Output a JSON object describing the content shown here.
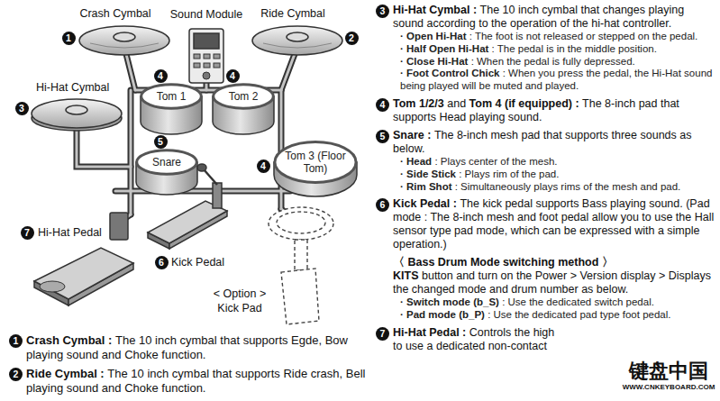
{
  "diagram": {
    "nodes": [
      {
        "text": [
          "Tom 1"
        ]
      },
      {
        "text": [
          "Tom 2"
        ]
      },
      {
        "text": [
          "Snare"
        ]
      },
      {
        "text": [
          "Tom 3 (Floor Tom)"
        ]
      }
    ],
    "labels": [
      "Crash Cymbal",
      "Sound Module",
      "Ride Cymbal",
      "Hi-Hat Cymbal",
      "Hi-Hat Pedal",
      "Kick Pedal",
      "< Option >",
      "Kick Pad",
      "1",
      "2",
      "3",
      "4",
      "4",
      "5",
      "4",
      "7",
      "6",
      "1",
      "Crash Cymbal :",
      "The 10 inch cymbal that supports Egde, Bow playing sound and Choke function.",
      "2",
      "Ride Cymbal :",
      "The 10 inch cymbal that supports Ride crash, Bell playing sound and Choke function.",
      "3",
      "Hi-Hat Cymbal :",
      "The 10 inch cymbal that changes playing sound according to the operation of the hi-hat controller.",
      "· Open Hi-Hat",
      ": The foot is not released or stepped on the pedal.",
      "· Half Open Hi-Hat",
      ": The pedal is in the middle position.",
      "· Close Hi-Hat",
      ": When the pedal is fully depressed.",
      "· Foot Control Chick",
      ": When you press the pedal, the Hi-Hat sound being played will be muted and played.",
      "4",
      "Tom 1/2/3",
      "and",
      "Tom 4",
      "(if equipped) :",
      "The 8-inch pad that supports Head playing sound.",
      "5",
      "Snare :",
      "The 8-inch mesh pad that supports three sounds as below.",
      "· Head",
      ": Plays center of the mesh.",
      "· Side Stick",
      ": Plays rim of the pad.",
      "· Rim Shot",
      ": Simultaneously plays rims of the mesh and pad.",
      "6",
      "Kick Pedal :",
      "The kick pedal supports Bass playing sound. (Pad mode : The 8-inch mesh and foot pedal allow you to use the Hall sensor type pad mode, which can be expressed with a simple operation.)",
      "〈 Bass Drum Mode switching method 〉",
      "KITS",
      "button and turn on the Power > Version display > Displays the changed mode and drum number as below.",
      "· Switch mode (b_S)",
      ": Use the dedicated switch pedal.",
      "· Pad mode (b_P)",
      ": Use the dedicated pad type foot pedal.",
      "7",
      "Hi-Hat Pedal :",
      "Controls the high",
      "to use a dedicated non-contact",
      "键盘中国",
      "WWW.CNKEYBOARD.COM"
    ]
  }
}
